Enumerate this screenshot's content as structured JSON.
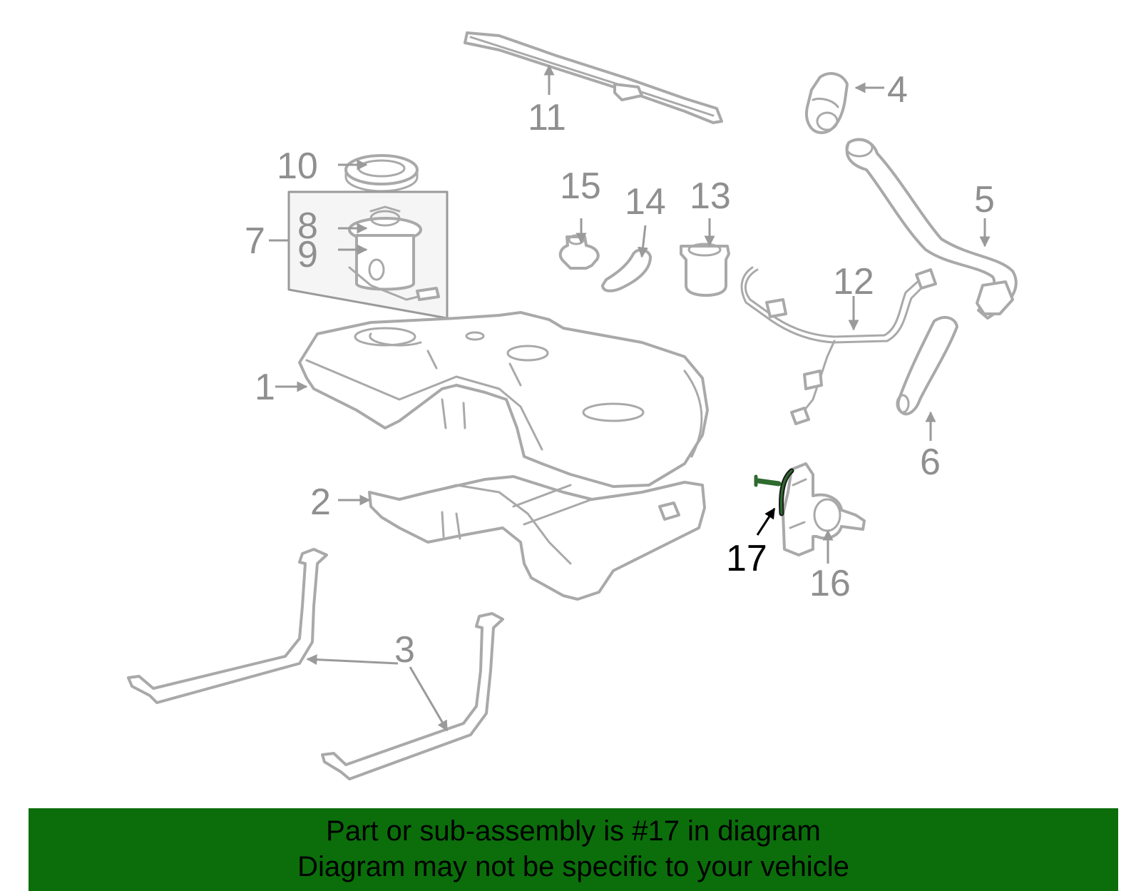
{
  "callouts": {
    "c1": "1",
    "c2": "2",
    "c3": "3",
    "c4": "4",
    "c5": "5",
    "c6": "6",
    "c7": "7",
    "c8": "8",
    "c9": "9",
    "c10": "10",
    "c11": "11",
    "c12": "12",
    "c13": "13",
    "c14": "14",
    "c15": "15",
    "c16": "16",
    "c17": "17"
  },
  "highlighted_part": "17",
  "colors": {
    "banner": "#0b6e0b",
    "highlight": "#000000",
    "highlight_part": "#2f6b2f",
    "line_art": "#a9a9a9"
  },
  "banner": {
    "line1": "Part or sub-assembly is #17 in diagram",
    "line2": "Diagram may not be specific to your vehicle"
  }
}
